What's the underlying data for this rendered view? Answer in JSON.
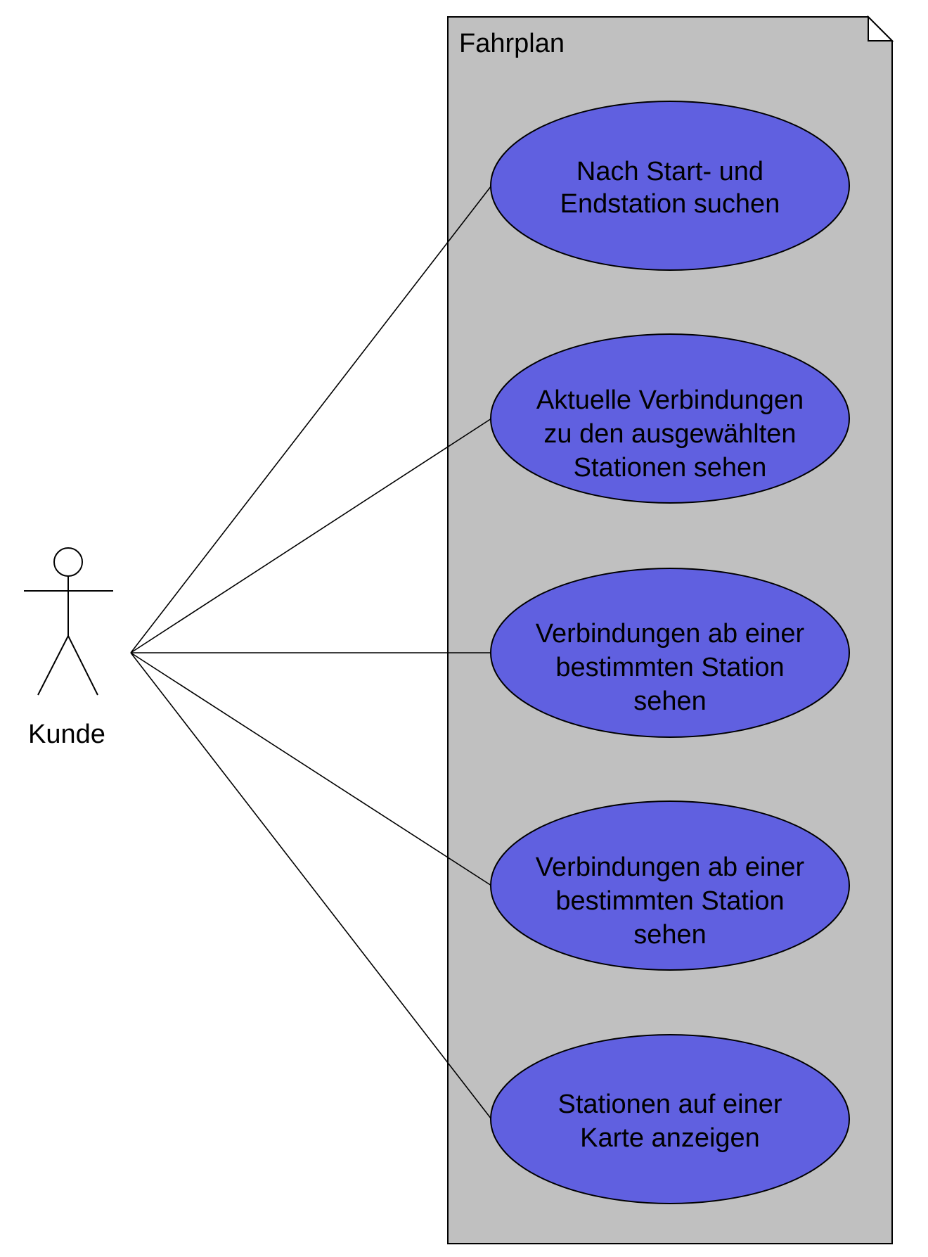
{
  "system": {
    "name": "Fahrplan"
  },
  "actor": {
    "name": "Kunde"
  },
  "use_cases": [
    {
      "lines": [
        "Nach Start- und",
        "Endstation suchen"
      ]
    },
    {
      "lines": [
        "Aktuelle Verbindungen",
        "zu den ausgewählten",
        "Stationen sehen"
      ]
    },
    {
      "lines": [
        "Verbindungen ab einer",
        "bestimmten Station",
        "sehen"
      ]
    },
    {
      "lines": [
        "Verbindungen ab einer",
        "bestimmten Station",
        "sehen"
      ]
    },
    {
      "lines": [
        "Stationen auf einer",
        "Karte anzeigen"
      ]
    }
  ],
  "colors": {
    "boundary_fill": "#c0c0c0",
    "use_case_fill": "#6060e0",
    "line": "#000000"
  }
}
